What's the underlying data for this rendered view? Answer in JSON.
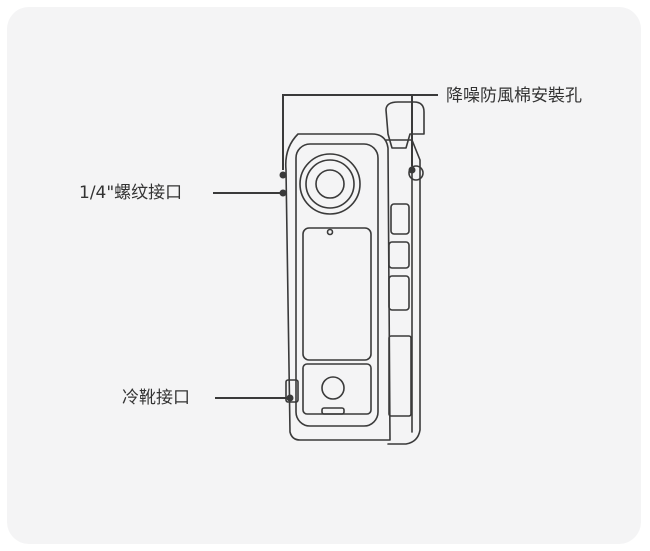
{
  "labels": {
    "windscreen_mount": "降噪防風棉安裝孔",
    "thread_mount": "1/4\"螺纹接口",
    "cold_shoe": "冷靴接口"
  },
  "colors": {
    "card_background": "#f4f4f5",
    "line": "#3a3a3a",
    "text": "#333333"
  }
}
